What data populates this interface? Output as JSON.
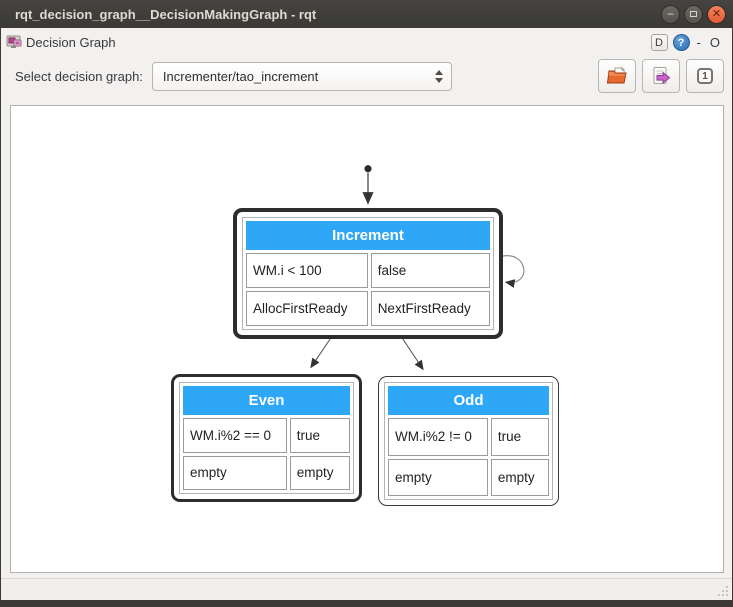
{
  "window": {
    "title": "rqt_decision_graph__DecisionMakingGraph - rqt",
    "controls": {
      "minimize_glyph": "−",
      "maximize_icon": "maximize-icon",
      "close_glyph": "✕"
    }
  },
  "plugin": {
    "icon": "rqt-plugin-icon",
    "title": "Decision Graph",
    "controls": {
      "dock_label": "D",
      "help_label": "?",
      "minimize_label": "-",
      "close_label": "O"
    }
  },
  "toolbar": {
    "select_label": "Select decision graph:",
    "combobox_value": "Incrementer/tao_increment",
    "buttons": [
      {
        "name": "open-file",
        "icon": "open-folder-icon",
        "label": ""
      },
      {
        "name": "export",
        "icon": "export-document-icon",
        "label": ""
      },
      {
        "name": "fit-to-view",
        "icon": "one-icon",
        "label": "1"
      }
    ]
  },
  "graph": {
    "nodes": [
      {
        "id": "increment",
        "title": "Increment",
        "cells": [
          [
            "WM.i < 100",
            "false"
          ],
          [
            "AllocFirstReady",
            "NextFirstReady"
          ]
        ]
      },
      {
        "id": "even",
        "title": "Even",
        "cells": [
          [
            "WM.i%2 == 0",
            "true"
          ],
          [
            "empty",
            "empty"
          ]
        ]
      },
      {
        "id": "odd",
        "title": "Odd",
        "cells": [
          [
            "WM.i%2 != 0",
            "true"
          ],
          [
            "empty",
            "empty"
          ]
        ]
      }
    ],
    "edges": [
      {
        "from": "start",
        "to": "increment",
        "type": "initial"
      },
      {
        "from": "increment",
        "to": "increment",
        "type": "self-loop"
      },
      {
        "from": "increment",
        "to": "even",
        "type": "transition"
      },
      {
        "from": "increment",
        "to": "odd",
        "type": "transition"
      }
    ],
    "colors": {
      "node_header_blue": "#2fa7f7",
      "node_border_dark": "#2d2d2d",
      "edge_stroke": "#555555"
    }
  },
  "theme": {
    "titlebar_bg": "#3b3a36",
    "close_button_orange": "#e9663d",
    "panel_bg": "#f2f1f0",
    "help_button_blue": "#3577bd"
  }
}
